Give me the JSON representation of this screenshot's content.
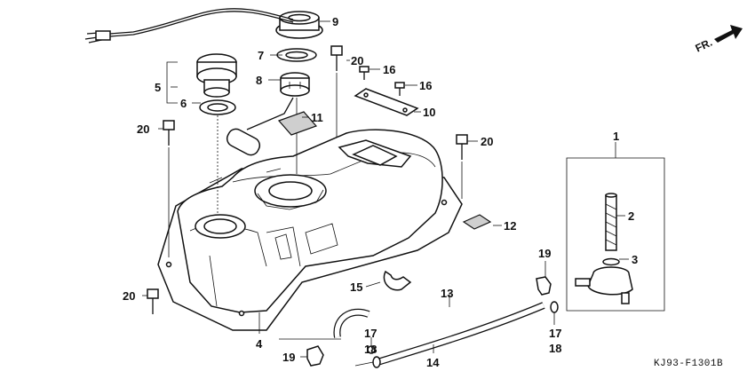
{
  "diagram": {
    "code": "KJ93-F1301B",
    "direction_label": "FR.",
    "callouts": {
      "c1": "1",
      "c2": "2",
      "c3": "3",
      "c4": "4",
      "c5": "5",
      "c6": "6",
      "c7": "7",
      "c8": "8",
      "c9": "9",
      "c10": "10",
      "c11": "11",
      "c12": "12",
      "c13": "13",
      "c14": "14",
      "c15": "15",
      "c16a": "16",
      "c16b": "16",
      "c17a": "17",
      "c17b": "17",
      "c18a": "18",
      "c18b": "18",
      "c19a": "19",
      "c19b": "19",
      "c20a": "20",
      "c20b": "20",
      "c20c": "20",
      "c20d": "20"
    }
  }
}
